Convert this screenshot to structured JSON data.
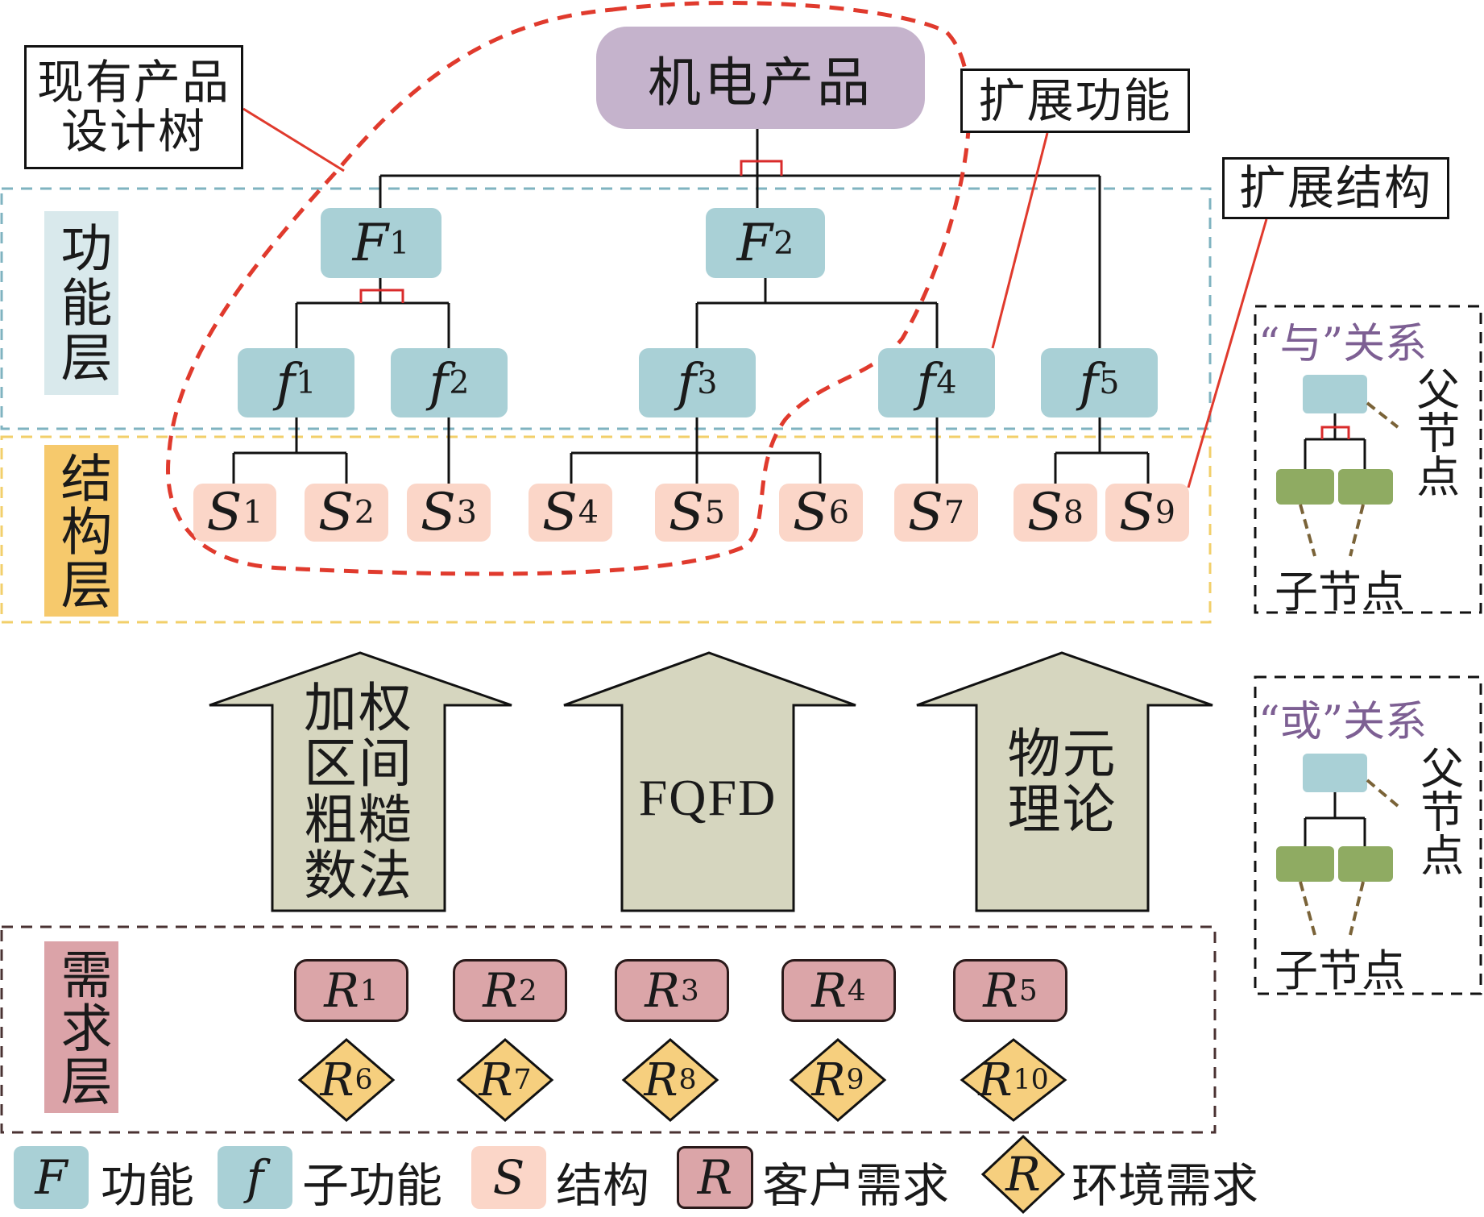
{
  "root": "机电产品",
  "callouts": {
    "existing_tree": "现有产品\n设计树",
    "ext_function": "扩展功能",
    "ext_structure": "扩展结构"
  },
  "layers": {
    "function": "功能层",
    "structure": "结构层",
    "requirement": "需求层"
  },
  "function_nodes": {
    "F1": {
      "letter": "F",
      "sub": "1"
    },
    "F2": {
      "letter": "F",
      "sub": "2"
    }
  },
  "subfunction_nodes": [
    {
      "letter": "f",
      "sub": "1"
    },
    {
      "letter": "f",
      "sub": "2"
    },
    {
      "letter": "f",
      "sub": "3"
    },
    {
      "letter": "f",
      "sub": "4"
    },
    {
      "letter": "f",
      "sub": "5"
    }
  ],
  "structure_nodes": [
    {
      "letter": "S",
      "sub": "1"
    },
    {
      "letter": "S",
      "sub": "2"
    },
    {
      "letter": "S",
      "sub": "3"
    },
    {
      "letter": "S",
      "sub": "4"
    },
    {
      "letter": "S",
      "sub": "5"
    },
    {
      "letter": "S",
      "sub": "6"
    },
    {
      "letter": "S",
      "sub": "7"
    },
    {
      "letter": "S",
      "sub": "8"
    },
    {
      "letter": "S",
      "sub": "9"
    }
  ],
  "methods": [
    {
      "text": "加权\n区间\n粗糙\n数法"
    },
    {
      "text": "FQFD"
    },
    {
      "text": "物元\n理论"
    }
  ],
  "customer_requirements": [
    {
      "letter": "R",
      "sub": "1"
    },
    {
      "letter": "R",
      "sub": "2"
    },
    {
      "letter": "R",
      "sub": "3"
    },
    {
      "letter": "R",
      "sub": "4"
    },
    {
      "letter": "R",
      "sub": "5"
    }
  ],
  "environment_requirements": [
    {
      "letter": "R",
      "sub": "6"
    },
    {
      "letter": "R",
      "sub": "7"
    },
    {
      "letter": "R",
      "sub": "8"
    },
    {
      "letter": "R",
      "sub": "9"
    },
    {
      "letter": "R",
      "sub": "10"
    }
  ],
  "relations": {
    "and_title": "“与”关系",
    "or_title": "“或”关系",
    "parent": "父节点",
    "child": "子节点"
  },
  "legend": {
    "F": {
      "symbol": "F",
      "label": "功能"
    },
    "f": {
      "symbol": "f",
      "label": "子功能"
    },
    "S": {
      "symbol": "S",
      "label": "结构"
    },
    "R": {
      "symbol": "R",
      "label": "客户需求"
    },
    "Rd": {
      "symbol": "R",
      "label": "环境需求"
    }
  },
  "colors": {
    "root": "#c5b3cc",
    "function": "#a9d0d6",
    "structure": "#fbd6c8",
    "customer": "#dba5a8",
    "environment": "#f6cf7e",
    "child_node": "#8fab62",
    "arrow": "#d6d6bf",
    "callout_line": "#e03a2d"
  }
}
